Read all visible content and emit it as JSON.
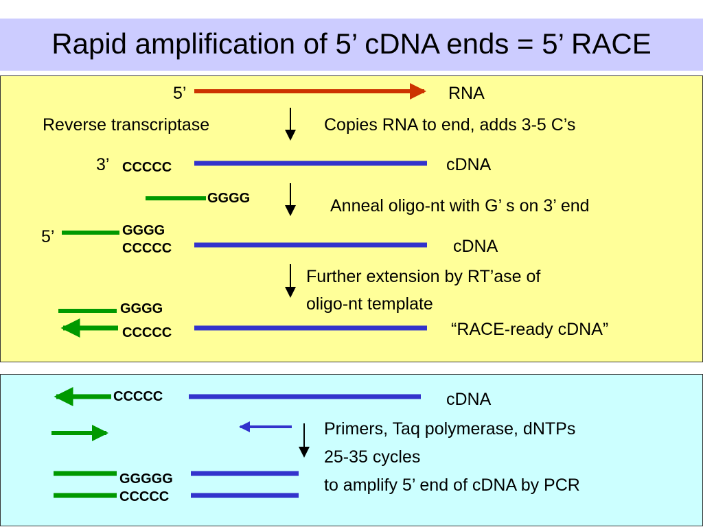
{
  "title": "Rapid amplification of 5’ cDNA ends = 5’ RACE",
  "labels": {
    "five_prime_rna": "5’",
    "rna": "RNA",
    "reverse_transcriptase": "Reverse transcriptase",
    "copies_rna": "Copies RNA to end, adds 3-5 C’s",
    "three_prime": "3’",
    "cdna_1": "cDNA",
    "anneal": "Anneal oligo-nt with G’ s on 3’ end",
    "five_prime_oligo": "5’",
    "cdna_2": "cDNA",
    "further_ext_1": "Further extension by RT’ase of",
    "further_ext_2": "oligo-nt template",
    "race_ready": "“RACE-ready cDNA”",
    "cdna_3": "cDNA",
    "pcr_1": "Primers, Taq polymerase, dNTPs",
    "pcr_2": "25-35 cycles",
    "pcr_3": "to amplify 5’ end of cDNA by PCR"
  },
  "sequences": {
    "ccccc_1": "CCCCC",
    "gggg_1": "GGGG",
    "gggg_2": "GGGG",
    "ccccc_2": "CCCCC",
    "gggg_3": "GGGG",
    "ccccc_3": "CCCCC",
    "ccccc_4": "CCCCC",
    "ggggg": "GGGGG",
    "ccccc_5": "CCCCC"
  },
  "colors": {
    "title_bg": "#ccccff",
    "panel_top_bg": "#ffff99",
    "panel_bottom_bg": "#ccffff",
    "rna_strand": "#cc3300",
    "cdna_strand": "#3333cc",
    "oligo_strand": "#009900"
  }
}
